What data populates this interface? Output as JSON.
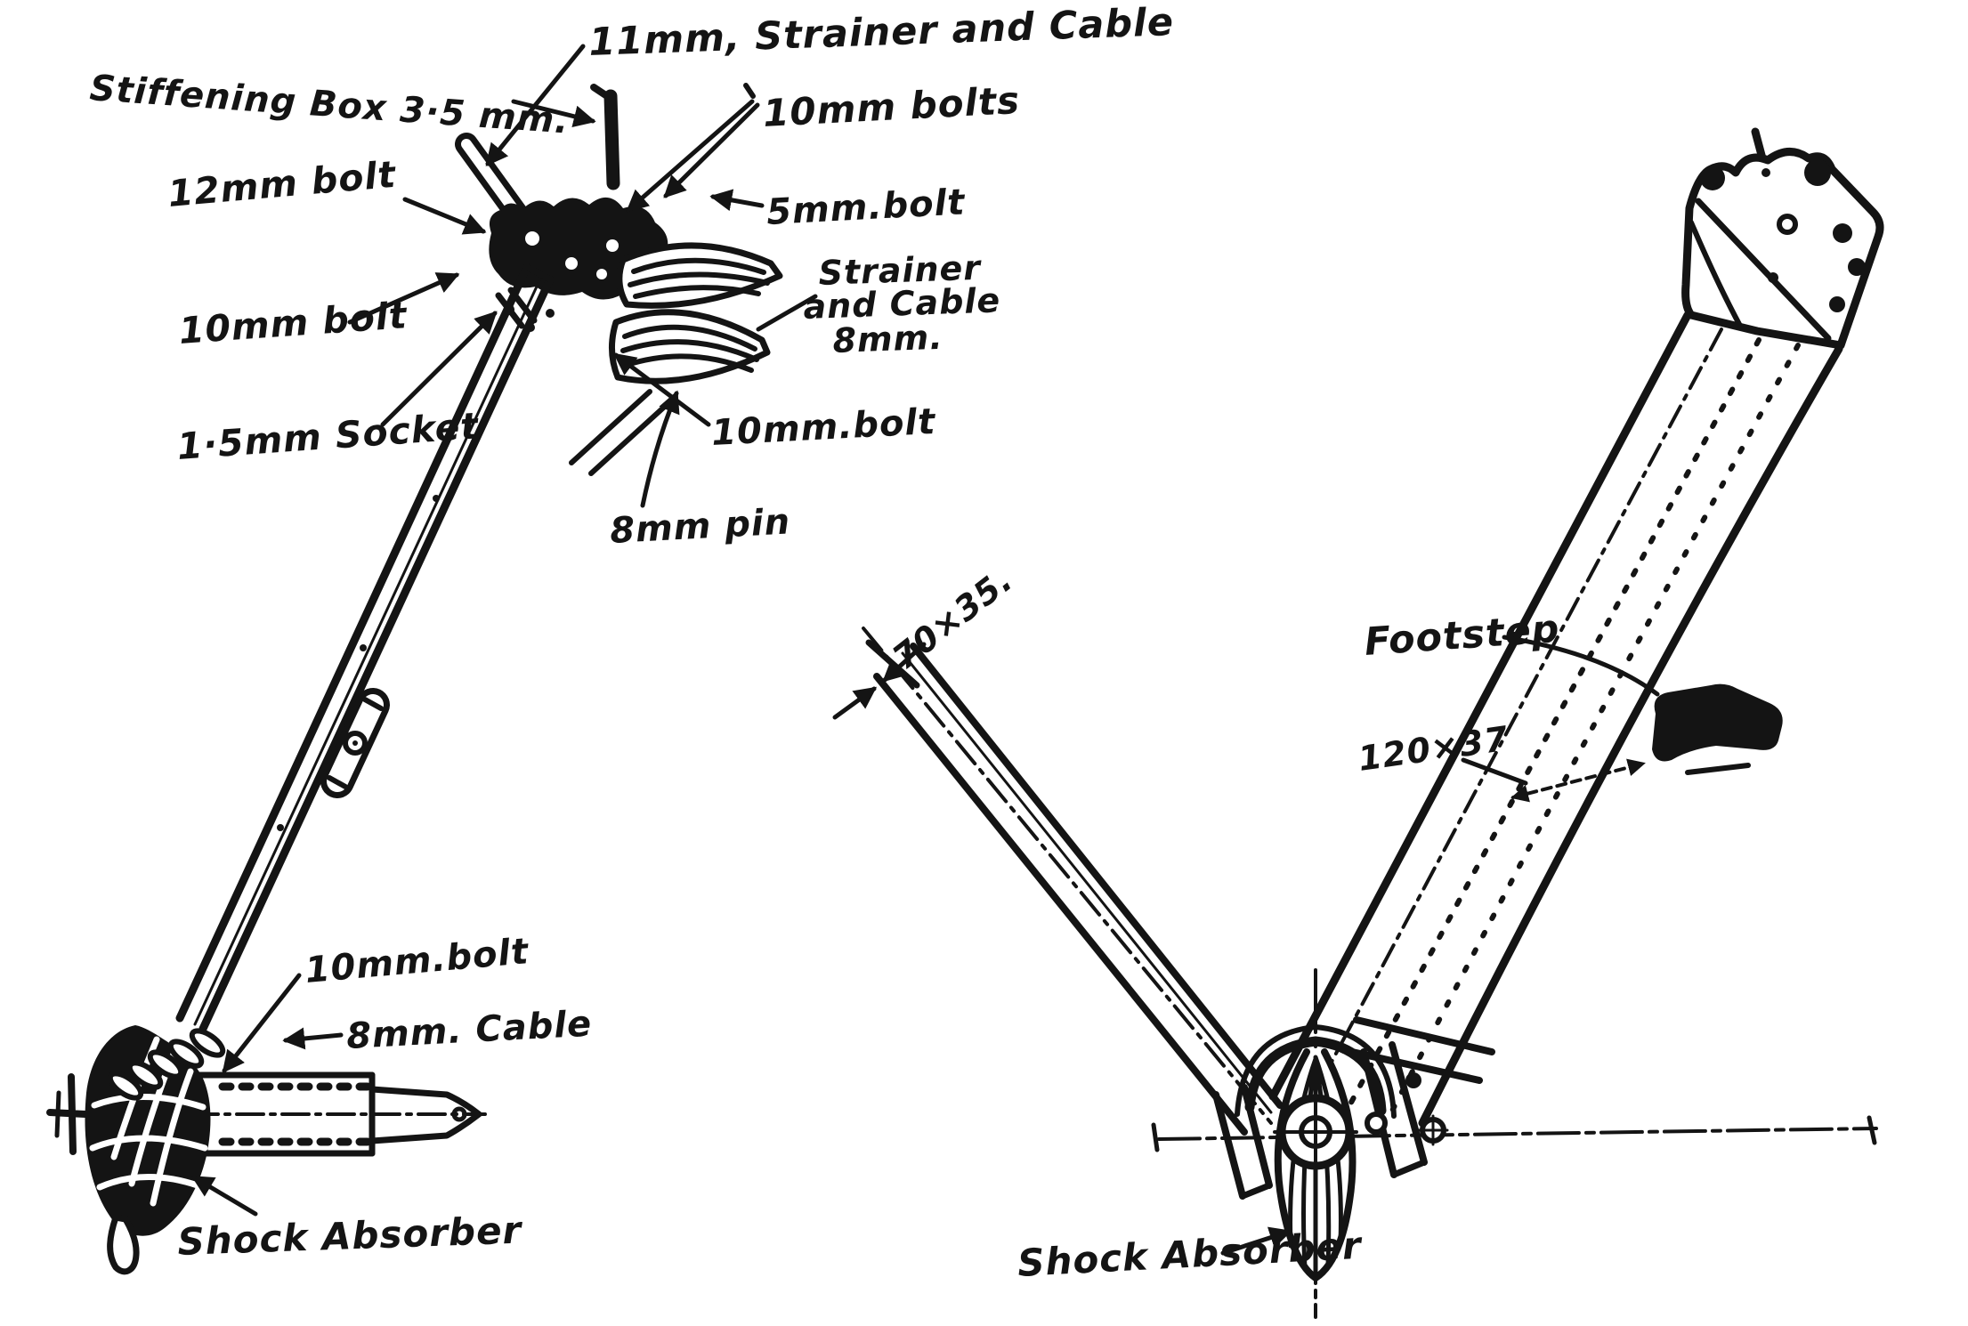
{
  "page": {
    "background_color": "#ffffff",
    "ink_color": "#141414"
  },
  "left_diagram": {
    "labels": {
      "stiffening_box": "Stiffening Box 3·5 mm.",
      "strainer_cable_11": "11mm, Strainer and Cable",
      "bolts_10": "10mm bolts",
      "bolt_12": "12mm bolt",
      "bolt_5": "5mm.bolt",
      "strainer_8_line1": "Strainer",
      "strainer_8_line2": "and Cable",
      "strainer_8_line3": "8mm.",
      "bolt_10_upper": "10mm bolt",
      "socket_1_5": "1·5mm Socket",
      "bolt_10_mid": "10mm.bolt",
      "pin_8": "8mm pin",
      "bolt_10_lower": "10mm.bolt",
      "cable_8": "8mm. Cable",
      "shock_absorber": "Shock Absorber"
    }
  },
  "right_diagram": {
    "labels": {
      "dim_70x35": "70×35.",
      "footstep": "Footstep",
      "dim_120x37": "120×37",
      "shock_absorber": "Shock Absorber"
    }
  }
}
